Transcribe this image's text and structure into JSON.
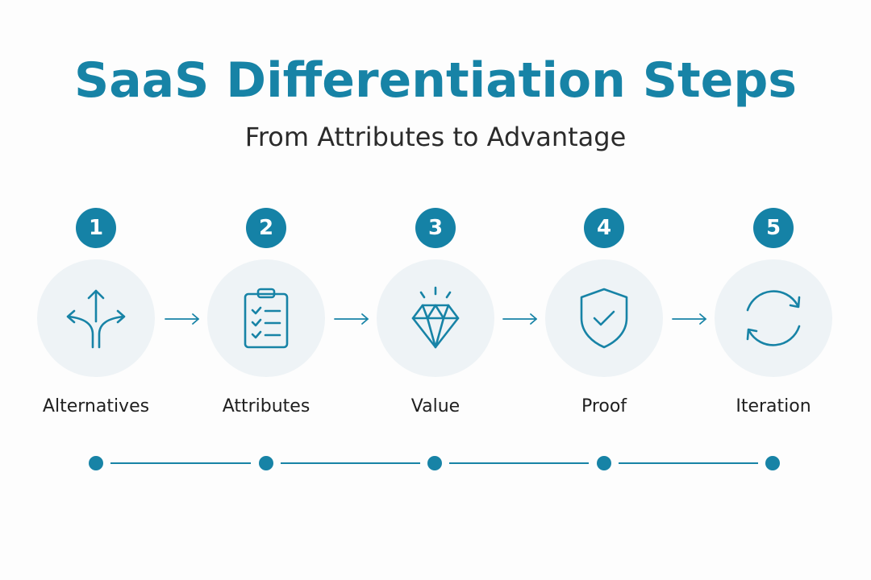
{
  "header": {
    "title": "SaaS Differentiation Steps",
    "subtitle": "From Attributes to Advantage"
  },
  "steps": [
    {
      "number": "1",
      "label": "Alternatives",
      "icon": "branching-arrows-icon"
    },
    {
      "number": "2",
      "label": "Attributes",
      "icon": "clipboard-checklist-icon"
    },
    {
      "number": "3",
      "label": "Value",
      "icon": "diamond-icon"
    },
    {
      "number": "4",
      "label": "Proof",
      "icon": "shield-check-icon"
    },
    {
      "number": "5",
      "label": "Iteration",
      "icon": "cycle-arrows-icon"
    }
  ],
  "colors": {
    "accent": "#1783a6",
    "icon_bg": "#eef3f6",
    "text": "#1f1f1f"
  }
}
